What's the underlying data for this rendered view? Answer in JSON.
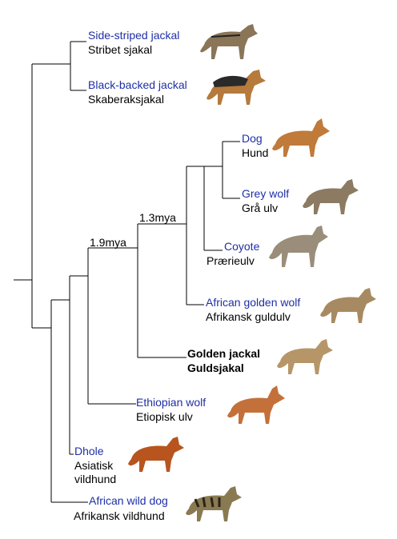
{
  "nodes": {
    "split_1_9": "1.9mya",
    "split_1_3": "1.3mya"
  },
  "taxa": [
    {
      "id": "side-striped-jackal",
      "english": "Side-striped jackal",
      "local": "Stribet sjakal"
    },
    {
      "id": "black-backed-jackal",
      "english": "Black-backed jackal",
      "local": "Skaberaksjakal"
    },
    {
      "id": "dog",
      "english": "Dog",
      "local": "Hund"
    },
    {
      "id": "grey-wolf",
      "english": "Grey wolf",
      "local": "Grå ulv"
    },
    {
      "id": "coyote",
      "english": "Coyote",
      "local": "Prærieulv"
    },
    {
      "id": "african-golden-wolf",
      "english": "African golden wolf",
      "local": "Afrikansk guldulv"
    },
    {
      "id": "golden-jackal",
      "english": "Golden jackal",
      "local": "Guldsjakal"
    },
    {
      "id": "ethiopian-wolf",
      "english": "Ethiopian wolf",
      "local": "Etiopisk ulv"
    },
    {
      "id": "dhole",
      "english": "Dhole",
      "local_line1": "Asiatisk",
      "local_line2": "vildhund"
    },
    {
      "id": "african-wild-dog",
      "english": "African wild dog",
      "local": "Afrikansk vildhund"
    }
  ],
  "colors": {
    "english_label": "#1f2fa6",
    "branch": "#000000"
  }
}
